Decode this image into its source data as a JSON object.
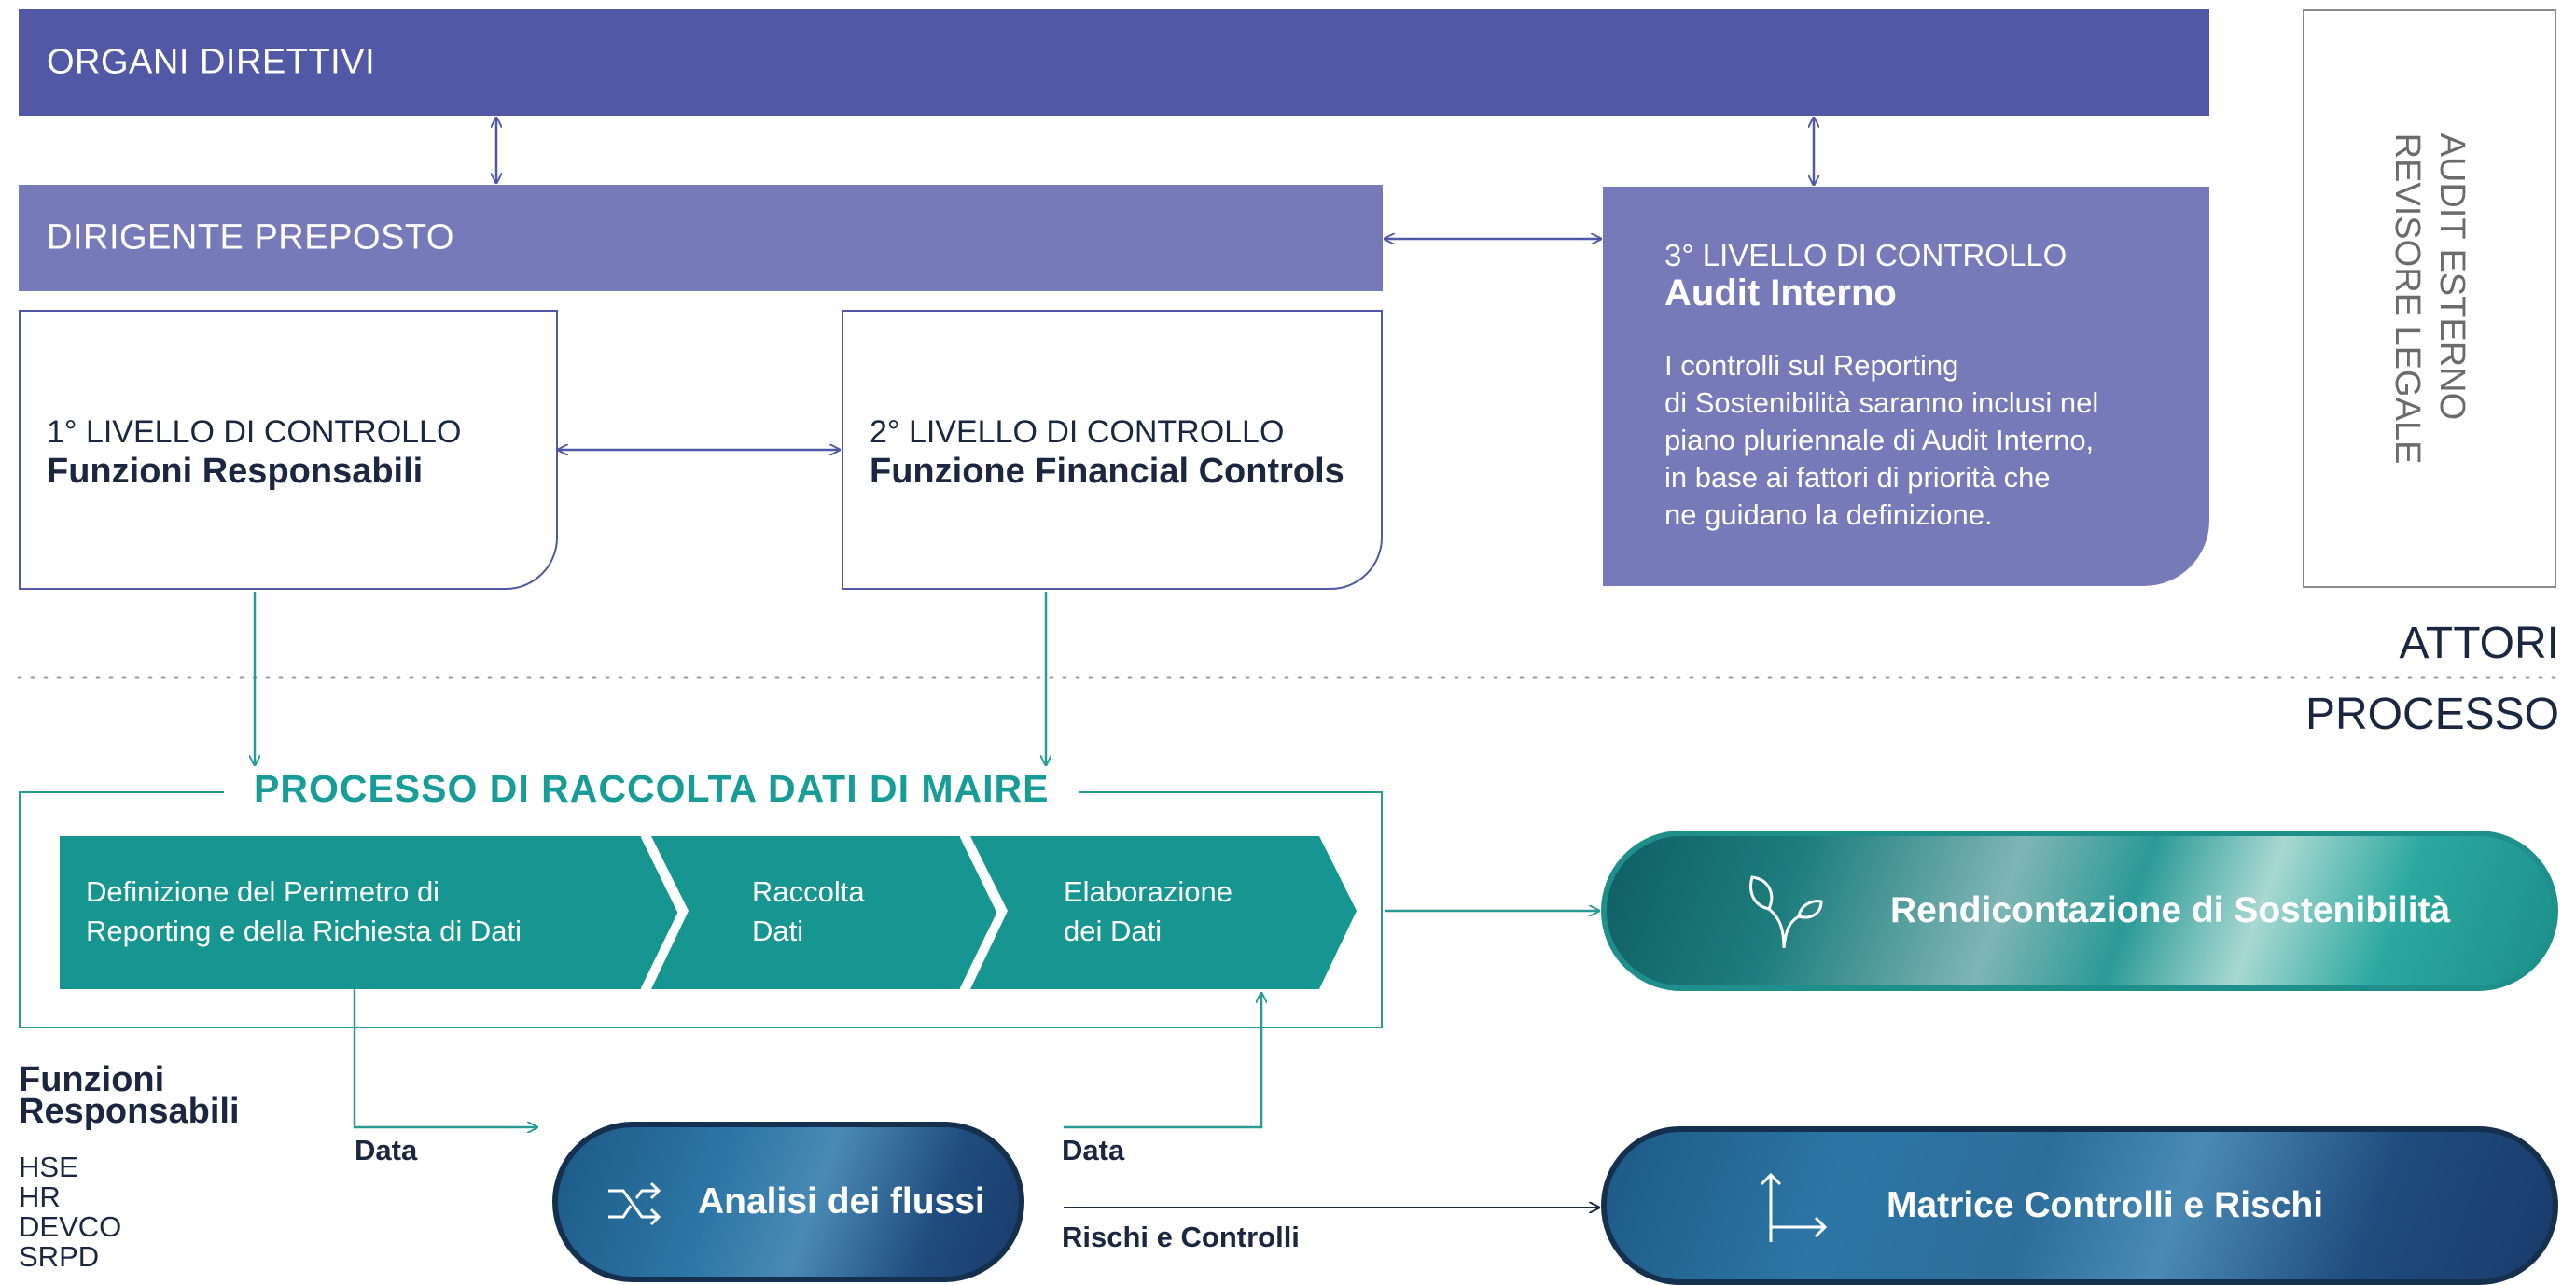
{
  "organi": "ORGANI DIRETTIVI",
  "dirigente": "DIRIGENTE PREPOSTO",
  "level1": {
    "level": "1° LIVELLO DI CONTROLLO",
    "title": "Funzioni Responsabili"
  },
  "level2": {
    "level": "2° LIVELLO DI CONTROLLO",
    "title": "Funzione Financial Controls"
  },
  "level3": {
    "level": "3° LIVELLO DI CONTROLLO",
    "title": "Audit Interno",
    "description_lines": [
      "I controlli sul Reporting",
      "di Sostenibilità saranno inclusi nel",
      "piano pluriennale di Audit Interno,",
      "in base ai fattori di priorità che",
      "ne guidano la definizione."
    ]
  },
  "external": {
    "line1": "AUDIT ESTERNO",
    "line2": "REVISORE LEGALE"
  },
  "section_labels": {
    "actors": "ATTORI",
    "process": "PROCESSO"
  },
  "process_title": "PROCESSO DI RACCOLTA DATI DI MAIRE",
  "steps": [
    {
      "line1": "Definizione del Perimetro di",
      "line2": "Reporting e della Richiesta di Dati"
    },
    {
      "line1": "Raccolta",
      "line2": "Dati"
    },
    {
      "line1": "Elaborazione",
      "line2": "dei Dati"
    }
  ],
  "outputs": {
    "rendicontazione": "Rendicontazione di Sostenibilità",
    "analisi": "Analisi dei flussi",
    "matrice": "Matrice Controlli e Rischi"
  },
  "edge_labels": {
    "data_left": "Data",
    "data_right": "Data",
    "rischi": "Rischi e Controlli"
  },
  "funzioni": {
    "title_line1": "Funzioni",
    "title_line2": "Responsabili",
    "items": [
      "HSE",
      "HR",
      "DEVCO",
      "SRPD"
    ]
  },
  "colors": {
    "indigo": "#5158a6",
    "lavender": "#767ab9",
    "teal": "#179c98",
    "navy": "#1b2740"
  },
  "icons": [
    "sprout-icon",
    "shuffle-icon",
    "axes-icon"
  ]
}
